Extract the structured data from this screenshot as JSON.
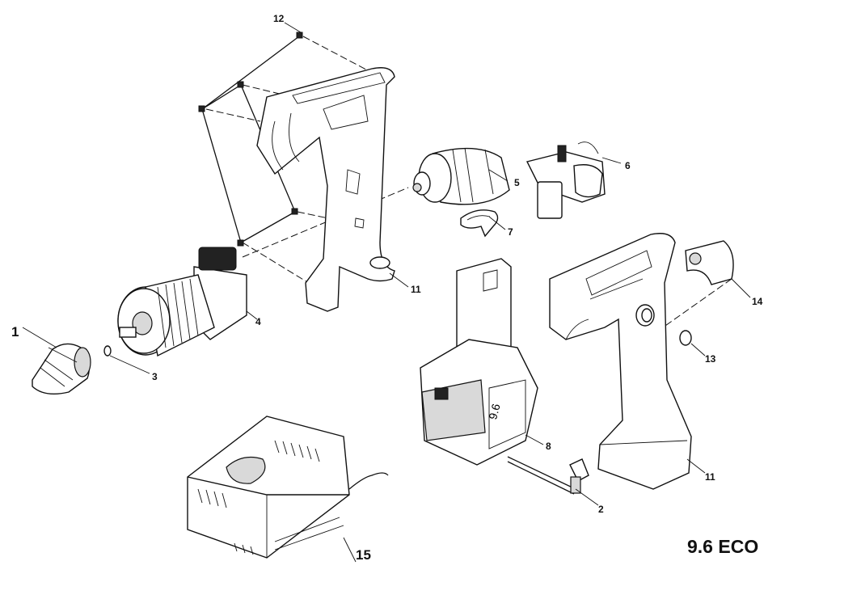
{
  "model_label": "9.6 ECO",
  "part_labels": {
    "p1": "1",
    "p2": "2",
    "p3": "3",
    "p4": "4",
    "p5": "5",
    "p6": "6",
    "p7": "7",
    "p8": "8",
    "p11a": "11",
    "p11b": "11",
    "p12": "12",
    "p13": "13",
    "p14": "14",
    "p15": "15"
  }
}
